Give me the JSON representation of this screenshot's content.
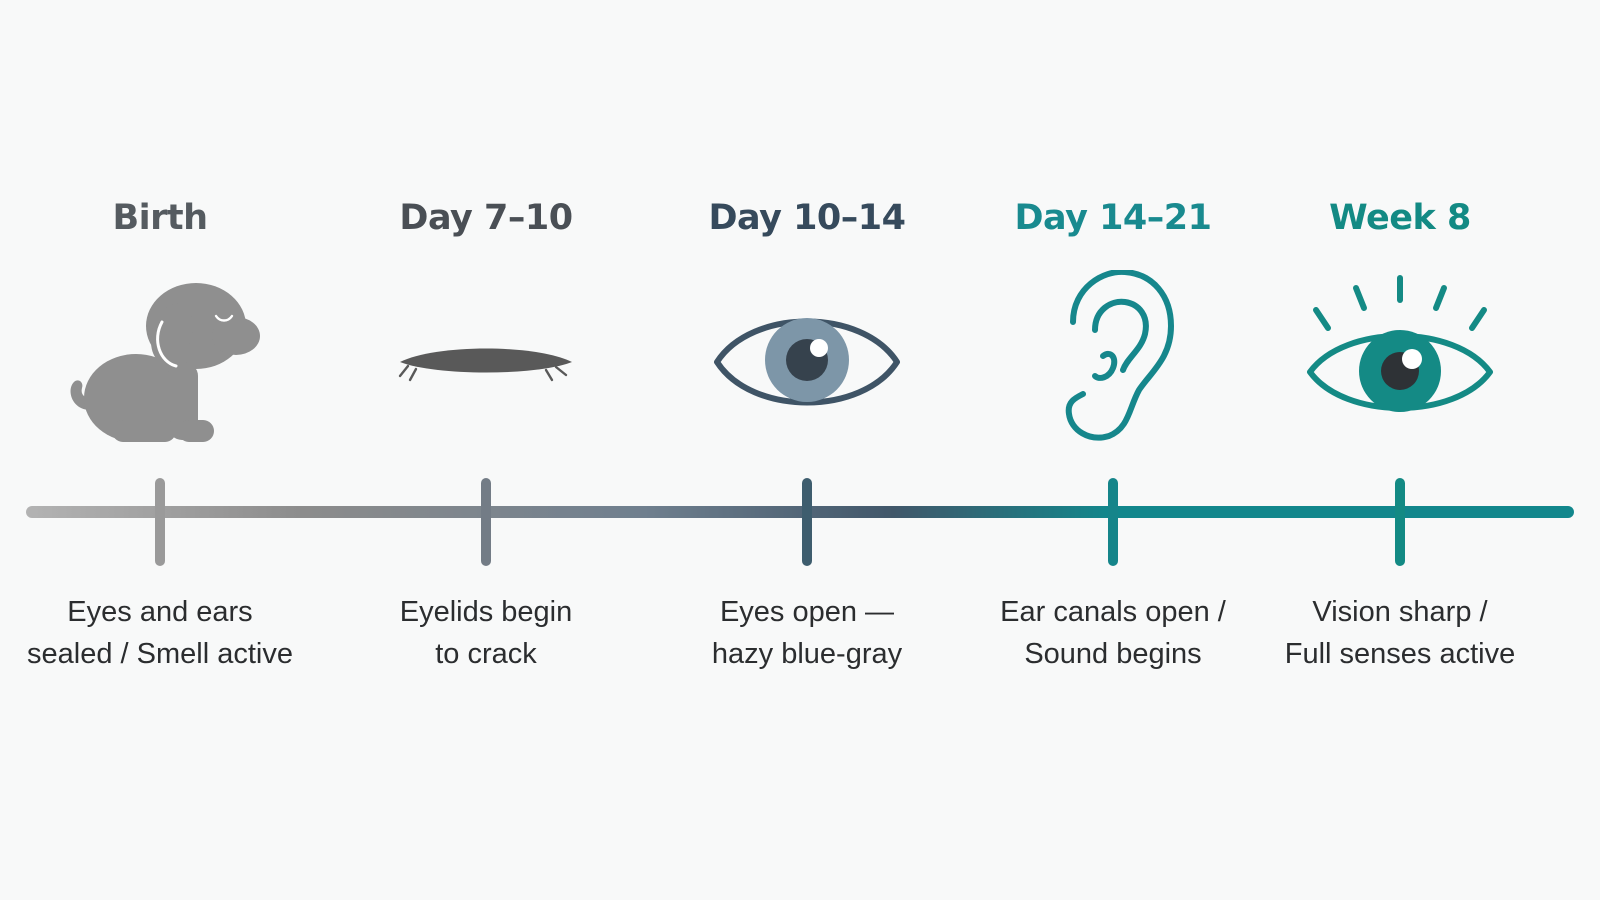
{
  "colors": {
    "gray": "#8c8c8c",
    "slate": "#6f7f8e",
    "steel": "#41576a",
    "teal": "#12878c",
    "text_dark": "#2b2d2f"
  },
  "stages": [
    {
      "title": "Birth",
      "icon": "sleeping-puppy-icon",
      "color": "#555b60",
      "tick_color": "#9a9a9a",
      "desc_lines": [
        "Eyes and ears",
        "sealed / Smell active"
      ]
    },
    {
      "title": "Day 7–10",
      "icon": "closed-eyelid-icon",
      "color": "#4a4f55",
      "tick_color": "#737c86",
      "desc_lines": [
        "Eyelids begin",
        "to crack"
      ]
    },
    {
      "title": "Day 10–14",
      "icon": "hazy-eye-icon",
      "color": "#364a5c",
      "tick_color": "#3e5d6e",
      "desc_lines": [
        "Eyes open —",
        "hazy blue-gray"
      ]
    },
    {
      "title": "Day 14–21",
      "icon": "ear-icon",
      "color": "#198a8f",
      "tick_color": "#15858a",
      "desc_lines": [
        "Ear canals open /",
        "Sound begins"
      ]
    },
    {
      "title": "Week 8",
      "icon": "bright-eye-icon",
      "color": "#138a84",
      "tick_color": "#138a84",
      "desc_lines": [
        "Vision sharp /",
        "Full senses active"
      ]
    }
  ]
}
